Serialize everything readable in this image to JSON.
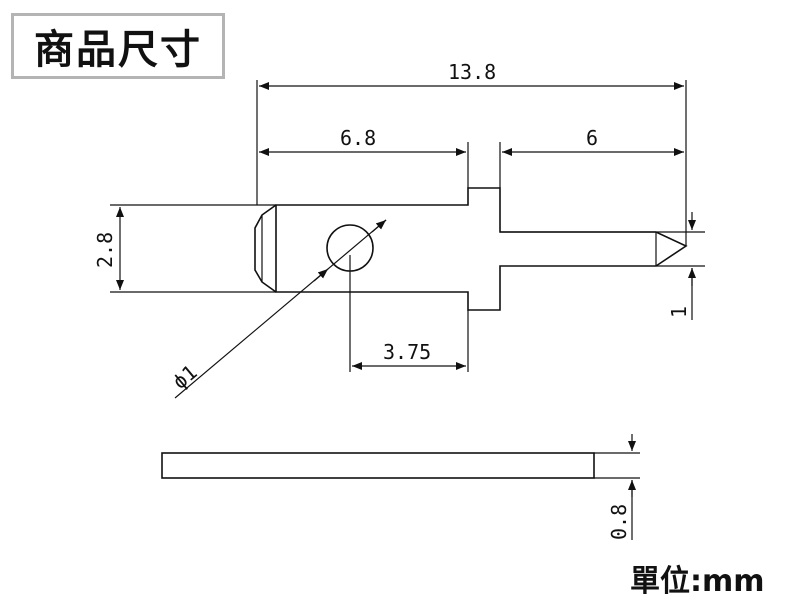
{
  "title": "商品尺寸",
  "unit_label": "單位:mm",
  "dimensions": {
    "overall_length": "13.8",
    "body_length": "6.8",
    "tab_length": "6",
    "body_width": "2.8",
    "hole_diameter": "ϕ1",
    "hole_offset": "3.75",
    "tab_width": "1",
    "thickness": "0.8"
  },
  "colors": {
    "line": "#111111",
    "title_border": "#b4b4b4"
  }
}
